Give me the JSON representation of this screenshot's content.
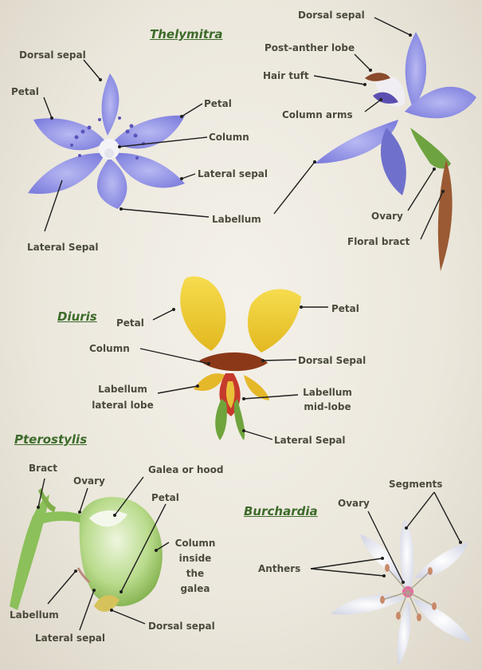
{
  "titles": {
    "thelymitra": "Thelymitra",
    "diuris": "Diuris",
    "pterostylis": "Pterostylis",
    "burchardia": "Burchardia"
  },
  "thelymitra_labels": {
    "dorsal_sepal_left": "Dorsal sepal",
    "petal_left": "Petal",
    "petal_right": "Petal",
    "column": "Column",
    "lateral_sepal_right": "Lateral sepal",
    "labellum": "Labellum",
    "lateral_sepal_left": "Lateral Sepal",
    "dorsal_sepal_side": "Dorsal sepal",
    "post_anther_lobe": "Post-anther lobe",
    "hair_tuft": "Hair tuft",
    "column_arms": "Column arms",
    "ovary": "Ovary",
    "floral_bract": "Floral bract"
  },
  "diuris_labels": {
    "petal_left": "Petal",
    "petal_right": "Petal",
    "column": "Column",
    "dorsal_sepal": "Dorsal Sepal",
    "labellum_lateral_lobe": "Labellum\nlateral lobe",
    "labellum_mid_lobe": "Labellum\nmid-lobe",
    "lateral_sepal": "Lateral Sepal"
  },
  "pterostylis_labels": {
    "bract": "Bract",
    "ovary": "Ovary",
    "galea": "Galea or hood",
    "petal": "Petal",
    "column_inside": "Column\ninside the\ngalea",
    "labellum": "Labellum",
    "lateral_sepal": "Lateral sepal",
    "dorsal_sepal": "Dorsal sepal"
  },
  "burchardia_labels": {
    "segments": "Segments",
    "ovary": "Ovary",
    "anthers": "Anthers"
  },
  "colors": {
    "title": "#3d6b2a",
    "label": "#4a4a3c",
    "blue_petal": "#8c8ee6",
    "yellow_petal": "#f2d23a",
    "green": "#9ccc6a",
    "white_petal": "#f2f2f6"
  }
}
